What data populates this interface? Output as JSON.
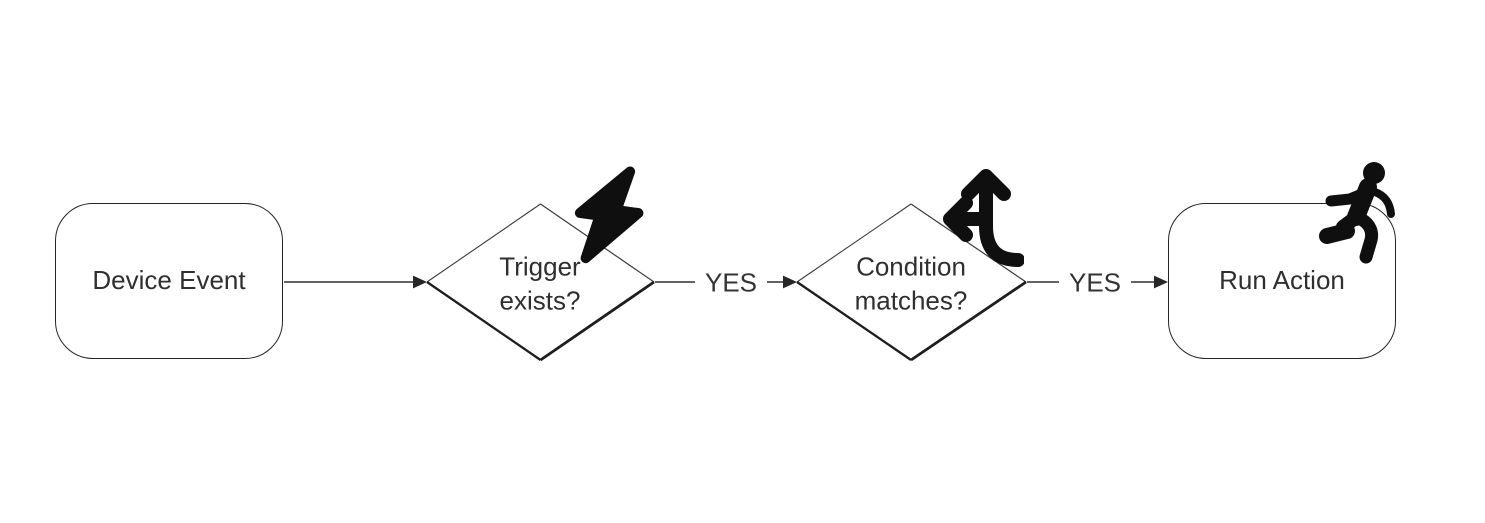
{
  "flowchart": {
    "background": "#ffffff",
    "nodes": [
      {
        "id": "device-event",
        "shape": "rounded-rectangle",
        "label": "Device Event"
      },
      {
        "id": "trigger-exists",
        "shape": "diamond",
        "label": "Trigger\nexists?",
        "icon": "lightning-bolt-icon"
      },
      {
        "id": "condition-matches",
        "shape": "diamond",
        "label": "Condition\nmatches?",
        "icon": "split-direction-icon"
      },
      {
        "id": "run-action",
        "shape": "rounded-rectangle",
        "label": "Run Action",
        "icon": "person-running-icon"
      }
    ],
    "edges": [
      {
        "from": "device-event",
        "to": "trigger-exists"
      },
      {
        "from": "trigger-exists",
        "to": "condition-matches",
        "label": "YES"
      },
      {
        "from": "condition-matches",
        "to": "run-action",
        "label": "YES"
      }
    ],
    "colors": {
      "line": "#4d4d4d",
      "arrowhead": "#262626",
      "shape_border": "#222222",
      "text": "#2f2f2f",
      "icon": "#0f0f0f"
    }
  }
}
